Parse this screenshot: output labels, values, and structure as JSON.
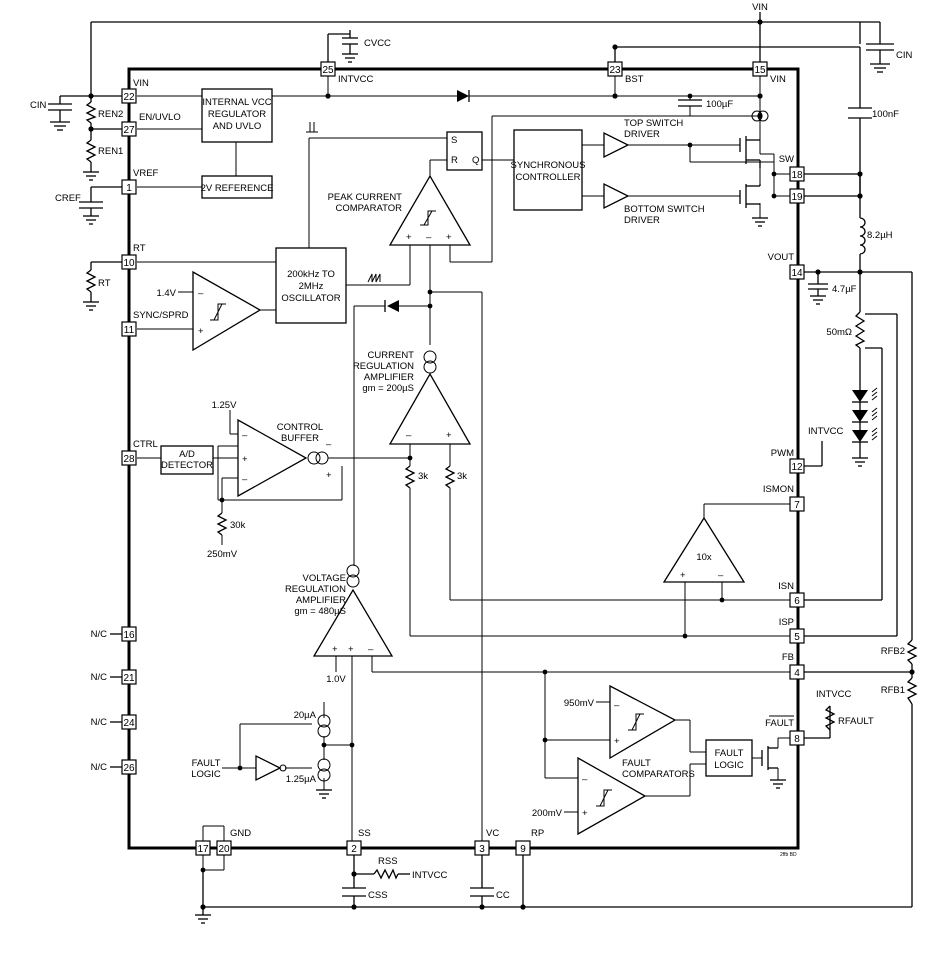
{
  "external": {
    "vin": "VIN",
    "cin_top": "CIN",
    "cin_left": "CIN",
    "cvcc": "CVCC",
    "ren2": "REN2",
    "ren1": "REN1",
    "cref": "CREF",
    "rt": "RT",
    "c100n": "100nF",
    "c100u": "100µF",
    "inductor": "8.2µH",
    "c4u7": "4.7µF",
    "rsense": "50mΩ",
    "intvcc_pwm": "INTVCC",
    "rfb2": "RFB2",
    "rfb1": "RFB1",
    "intvcc_fault": "INTVCC",
    "rfault": "RFAULT",
    "rss": "RSS",
    "intvcc_ss": "INTVCC",
    "css": "CSS",
    "cc": "CC"
  },
  "pins": {
    "vin": {
      "num": "22",
      "name": "VIN"
    },
    "en": {
      "num": "27",
      "name": "EN/UVLO"
    },
    "vref": {
      "num": "1",
      "name": "VREF"
    },
    "rt": {
      "num": "10",
      "name": "RT"
    },
    "sync": {
      "num": "11",
      "name": "SYNC/SPRD"
    },
    "ctrl": {
      "num": "28",
      "name": "CTRL"
    },
    "nc16": {
      "num": "16",
      "name": "N/C"
    },
    "nc21": {
      "num": "21",
      "name": "N/C"
    },
    "nc24": {
      "num": "24",
      "name": "N/C"
    },
    "nc26": {
      "num": "26",
      "name": "N/C"
    },
    "intvcc": {
      "num": "25",
      "name": "INTVCC"
    },
    "bst": {
      "num": "23",
      "name": "BST"
    },
    "vin15": {
      "num": "15",
      "name": "VIN"
    },
    "sw18": {
      "num": "18",
      "name": "SW"
    },
    "sw19": {
      "num": "19"
    },
    "vout": {
      "num": "14",
      "name": "VOUT"
    },
    "pwm": {
      "num": "12",
      "name": "PWM"
    },
    "ismon": {
      "num": "7",
      "name": "ISMON"
    },
    "isn": {
      "num": "6",
      "name": "ISN"
    },
    "isp": {
      "num": "5",
      "name": "ISP"
    },
    "fb": {
      "num": "4",
      "name": "FB"
    },
    "fault": {
      "num": "8",
      "name": "FAULT"
    },
    "gnd17": {
      "num": "17"
    },
    "gnd20": {
      "num": "20",
      "name": "GND"
    },
    "ss": {
      "num": "2",
      "name": "SS"
    },
    "vc": {
      "num": "3",
      "name": "VC"
    },
    "rp": {
      "num": "9",
      "name": "RP"
    }
  },
  "blocks": {
    "regulator": [
      "INTERNAL VCC",
      "REGULATOR",
      "AND UVLO"
    ],
    "ref": "2V REFERENCE",
    "osc": [
      "200kHz TO",
      "2MHz",
      "OSCILLATOR"
    ],
    "sync_ctrl": [
      "SYNCHRONOUS",
      "CONTROLLER"
    ],
    "top_driver": [
      "TOP SWITCH",
      "DRIVER"
    ],
    "bottom_driver": [
      "BOTTOM SWITCH",
      "DRIVER"
    ],
    "peak_comp": [
      "PEAK CURRENT",
      "COMPARATOR"
    ],
    "sr_s": "S",
    "sr_r": "R",
    "sr_q": "Q",
    "ad": [
      "A/D",
      "DETECTOR"
    ],
    "ctrl_buf": [
      "CONTROL",
      "BUFFER"
    ],
    "cur_amp": [
      "CURRENT",
      "REGULATION",
      "AMPLIFIER",
      "gm = 200µS"
    ],
    "volt_amp": [
      "VOLTAGE",
      "REGULATION",
      "AMPLIFIER",
      "gm = 480µS"
    ],
    "ismon_amp": "10x",
    "fault_comp": [
      "FAULT",
      "COMPARATORS"
    ],
    "fault_logic": [
      "FAULT",
      "LOGIC"
    ],
    "fault_logic_left": [
      "FAULT",
      "LOGIC"
    ]
  },
  "values": {
    "v1_4": "1.4V",
    "v1_25": "1.25V",
    "v250m": "250mV",
    "r30k": "30k",
    "r3k_a": "3k",
    "r3k_b": "3k",
    "v1_0": "1.0V",
    "i20u": "20µA",
    "i1_25u": "1.25µA",
    "v950m": "950mV",
    "v200m": "200mV",
    "fig_id": "2ffb BD"
  }
}
